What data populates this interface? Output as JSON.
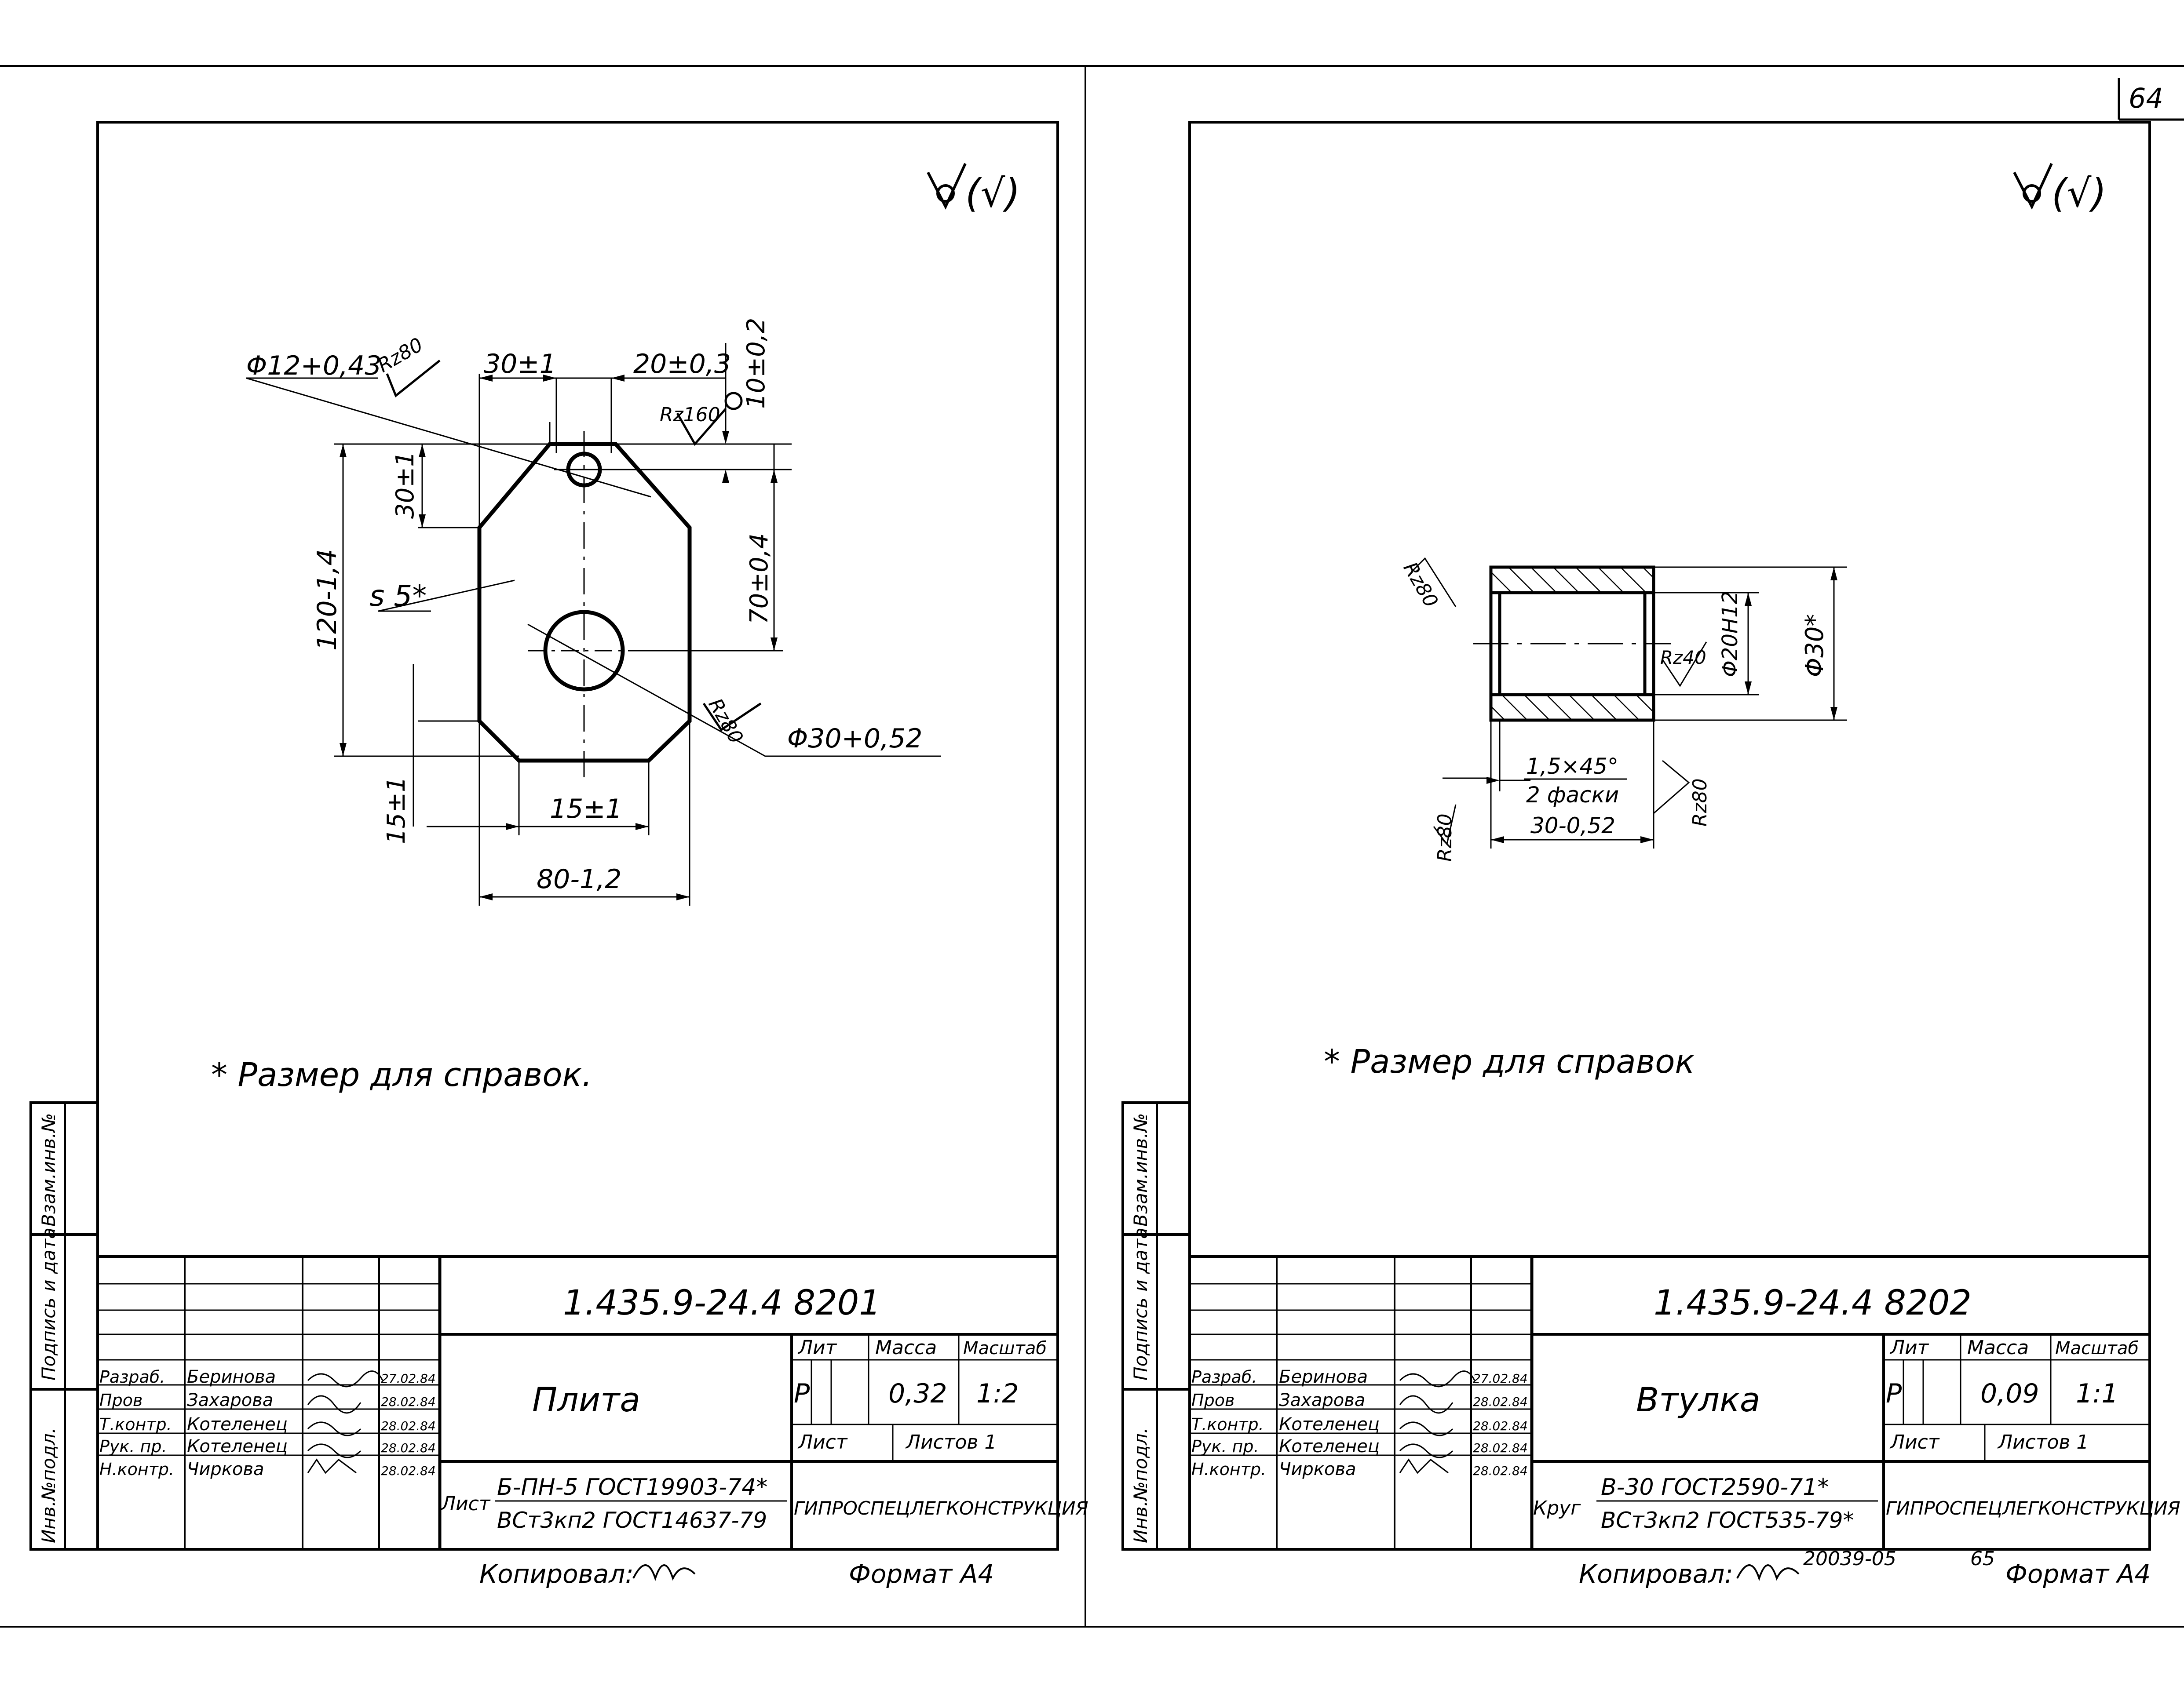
{
  "page": {
    "number": "64",
    "bottom_left_code": "20039-05",
    "bottom_right_code": "65"
  },
  "copied_by": "Копировал:",
  "format": "Формат А4",
  "side_labels": [
    "Инв.№подл.",
    "Подпись и дата",
    "Взам.инв.№"
  ],
  "titleblock_common": {
    "roles": [
      "Разраб.",
      "Пров",
      "Т.контр.",
      "Рук. пр.",
      "Н.контр."
    ],
    "names": [
      "Беринова",
      "Захарова",
      "Котеленец",
      "Котеленец",
      "Чиркова"
    ],
    "dates": [
      "27.02.84",
      "28.02.84",
      "28.02.84",
      "28.02.84",
      "28.02.84"
    ],
    "col_lit": "Лит",
    "col_mass": "Масса",
    "col_scale": "Масштаб",
    "sheet_label": "Лист",
    "sheets_label": "Листов 1",
    "org": "ГИПРОСПЕЦЛЕГКОНСТРУКЦИЯ",
    "lit_value": "Р"
  },
  "left": {
    "roughness_mark": "(√)",
    "doc_code": "1.435.9-24.4  8201",
    "part_name": "Плита",
    "mass": "0,32",
    "scale": "1:2",
    "material_prefix": "Лист",
    "material_line1": "Б-ПН-5 ГОСТ19903-74*",
    "material_line2": "ВСт3кп2 ГОСТ14637-79",
    "note": "* Размер для справок.",
    "dims": {
      "hole_small": "Φ12+0,43",
      "rz80_a": "Rz80",
      "d30": "30±1",
      "d20": "20±0,3",
      "rz160": "Rz160",
      "d10": "10±0,2",
      "d30v": "30±1",
      "d120": "120-1,4",
      "thickness": "s 5*",
      "d70": "70±0,4",
      "rz80_b": "Rz80",
      "hole_big": "Φ30+0,52",
      "d15v": "15±1",
      "d15h": "15±1",
      "d80": "80-1,2"
    }
  },
  "right": {
    "roughness_mark": "(√)",
    "doc_code": "1.435.9-24.4  8202",
    "part_name": "Втулка",
    "mass": "0,09",
    "scale": "1:1",
    "material_prefix": "Круг",
    "material_line1": "В-30 ГОСТ2590-71*",
    "material_line2": "ВСт3кп2 ГОСТ535-79*",
    "note": "* Размер для справок",
    "dims": {
      "rz80_tl": "Rz80",
      "rz40": "Rz40",
      "d20h12": "Φ20H12",
      "d30": "Φ30*",
      "chamfer": "1,5×45°",
      "chamfer2": "2 фаски",
      "len": "30-0,52",
      "rz80_bl": "Rz80",
      "rz80_br": "Rz80"
    }
  }
}
